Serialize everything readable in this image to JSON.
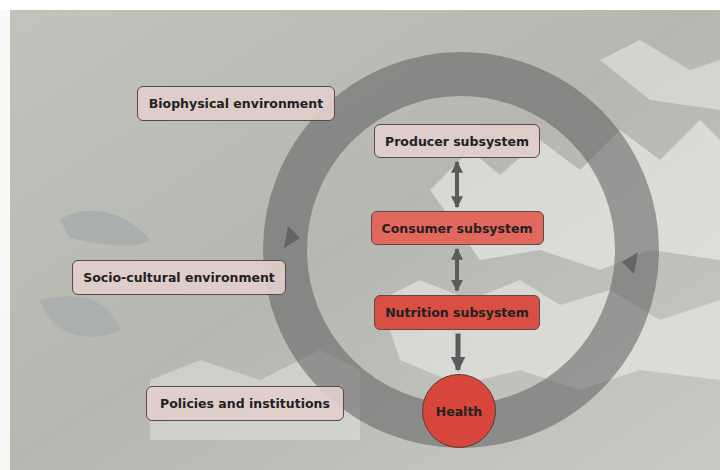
{
  "diagram": {
    "nodes": [
      {
        "text": [
          "Biophysical environment"
        ]
      },
      {
        "text": [
          "Producer subsystem"
        ]
      },
      {
        "text": [
          "Consumer subsystem"
        ]
      },
      {
        "text": [
          "Socio-cultural environment"
        ]
      },
      {
        "text": [
          "Nutrition subsystem"
        ]
      },
      {
        "text": [
          "Policies and institutions"
        ]
      },
      {
        "text": [
          "Health"
        ]
      }
    ],
    "edges": [
      {
        "from": 1,
        "to": 2,
        "arrow": "both"
      },
      {
        "from": 2,
        "to": 4,
        "arrow": "both"
      },
      {
        "from": 4,
        "to": 6,
        "arrow": "to"
      }
    ]
  }
}
